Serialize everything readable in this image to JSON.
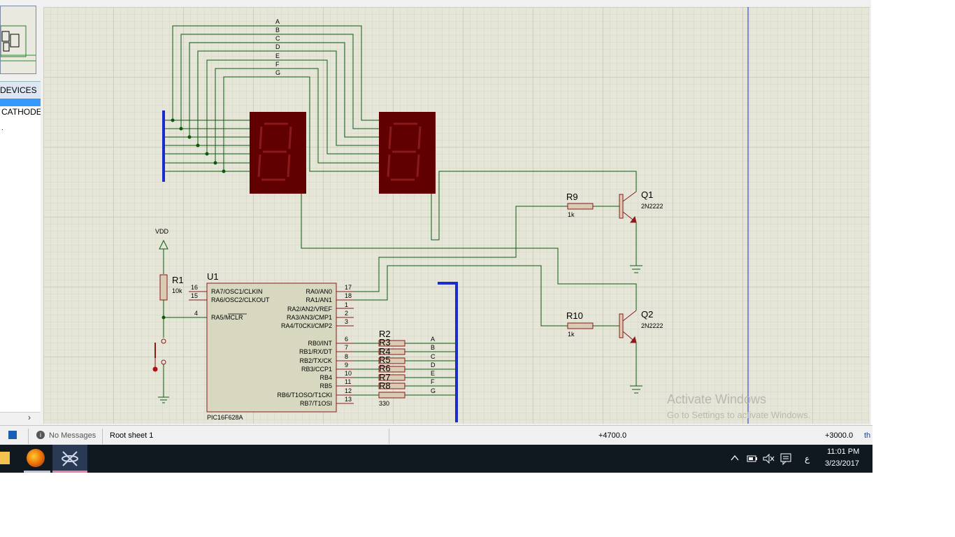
{
  "left_panel": {
    "devices_header": "DEVICES",
    "device_item": "CATHODE",
    "device_item_2": ".",
    "scroll_arrow": "›"
  },
  "schematic": {
    "bus_labels": [
      "A",
      "B",
      "C",
      "D",
      "E",
      "F",
      "G"
    ],
    "vdd": "VDD",
    "r1": {
      "ref": "R1",
      "value": "10k"
    },
    "u1": {
      "ref": "U1",
      "part": "PIC16F628A"
    },
    "u1_left_pins": [
      {
        "num": "16",
        "name": "RA7/OSC1/CLKIN"
      },
      {
        "num": "15",
        "name": "RA6/OSC2/CLKOUT"
      },
      {
        "num": "4",
        "name": "RA5/MCLR"
      }
    ],
    "u1_right_pins": [
      {
        "num": "17",
        "name": "RA0/AN0"
      },
      {
        "num": "18",
        "name": "RA1/AN1"
      },
      {
        "num": "1",
        "name": "RA2/AN2/VREF"
      },
      {
        "num": "2",
        "name": "RA3/AN3/CMP1"
      },
      {
        "num": "3",
        "name": "RA4/T0CKI/CMP2"
      },
      {
        "num": "6",
        "name": "RB0/INT"
      },
      {
        "num": "7",
        "name": "RB1/RX/DT"
      },
      {
        "num": "8",
        "name": "RB2/TX/CK"
      },
      {
        "num": "9",
        "name": "RB3/CCP1"
      },
      {
        "num": "10",
        "name": "RB4"
      },
      {
        "num": "11",
        "name": "RB5"
      },
      {
        "num": "12",
        "name": "RB6/T1OSO/T1CKI"
      },
      {
        "num": "13",
        "name": "RB7/T1OSI"
      }
    ],
    "rb_resistors": [
      "R2",
      "R3",
      "R4",
      "R5",
      "R6",
      "R7",
      "R8"
    ],
    "rb_res_value": "330",
    "rb_net_labels": [
      "A",
      "B",
      "C",
      "D",
      "E",
      "F",
      "G"
    ],
    "r9": {
      "ref": "R9",
      "value": "1k"
    },
    "r10": {
      "ref": "R10",
      "value": "1k"
    },
    "q1": {
      "ref": "Q1",
      "part": "2N2222"
    },
    "q2": {
      "ref": "Q2",
      "part": "2N2222"
    },
    "watermark_title": "Activate Windows",
    "watermark_sub": "Go to Settings to activate Windows."
  },
  "statusbar": {
    "messages": "No Messages",
    "sheet": "Root sheet 1",
    "coord_x": "+4700.0",
    "coord_y": "+3000.0",
    "units": "th"
  },
  "taskbar": {
    "time": "11:01 PM",
    "date": "3/23/2017",
    "ime": "ع"
  },
  "colors": {
    "sheet_bg": "#e5e5d8",
    "wire": "#0b5a0b",
    "component": "#8b1a1a",
    "bus": "#1a2bd0",
    "display": "#600000"
  }
}
